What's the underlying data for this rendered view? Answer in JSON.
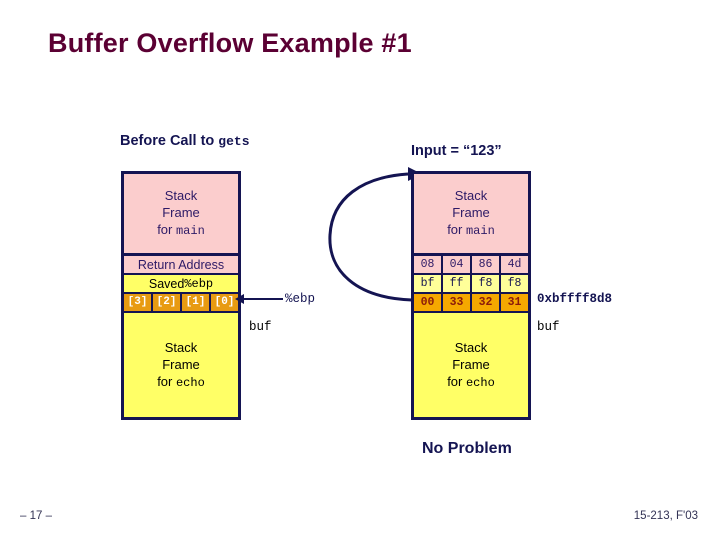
{
  "slide": {
    "title": "Buffer Overflow Example #1",
    "caption": "No Problem"
  },
  "footer": {
    "page": "– 17 –",
    "course": "15-213, F'03"
  },
  "left": {
    "heading_prefix": "Before Call to ",
    "heading_code": "gets",
    "frame_main": {
      "line1": "Stack",
      "line2": "Frame",
      "line3_prefix": "for ",
      "line3_code": "main"
    },
    "return_address": "Return Address",
    "saved_ebp_prefix": "Saved ",
    "saved_ebp_code": "%ebp",
    "buf_cells": [
      "[3]",
      "[2]",
      "[1]",
      "[0]"
    ],
    "frame_echo": {
      "line1": "Stack",
      "line2": "Frame",
      "line3_prefix": "for ",
      "line3_code": "echo"
    },
    "label_ebp": "%ebp",
    "label_buf": "buf"
  },
  "right": {
    "heading": "Input = “123”",
    "frame_main": {
      "line1": "Stack",
      "line2": "Frame",
      "line3_prefix": "for ",
      "line3_code": "main"
    },
    "return_address_bytes": [
      "08",
      "04",
      "86",
      "4d"
    ],
    "saved_ebp_bytes": [
      "bf",
      "ff",
      "f8",
      "f8"
    ],
    "buf_bytes": [
      "00",
      "33",
      "32",
      "31"
    ],
    "frame_echo": {
      "line1": "Stack",
      "line2": "Frame",
      "line3_prefix": "for ",
      "line3_code": "echo"
    },
    "label_address": "0xbffff8d8",
    "label_buf": "buf"
  },
  "colors": {
    "title": "#5b0033",
    "outline": "#141452",
    "frame_main_fill": "#fbcdcd",
    "frame_echo_fill": "#ffff66",
    "buf_fill": "#f5a800",
    "buf_text": "#8b1a0a"
  }
}
